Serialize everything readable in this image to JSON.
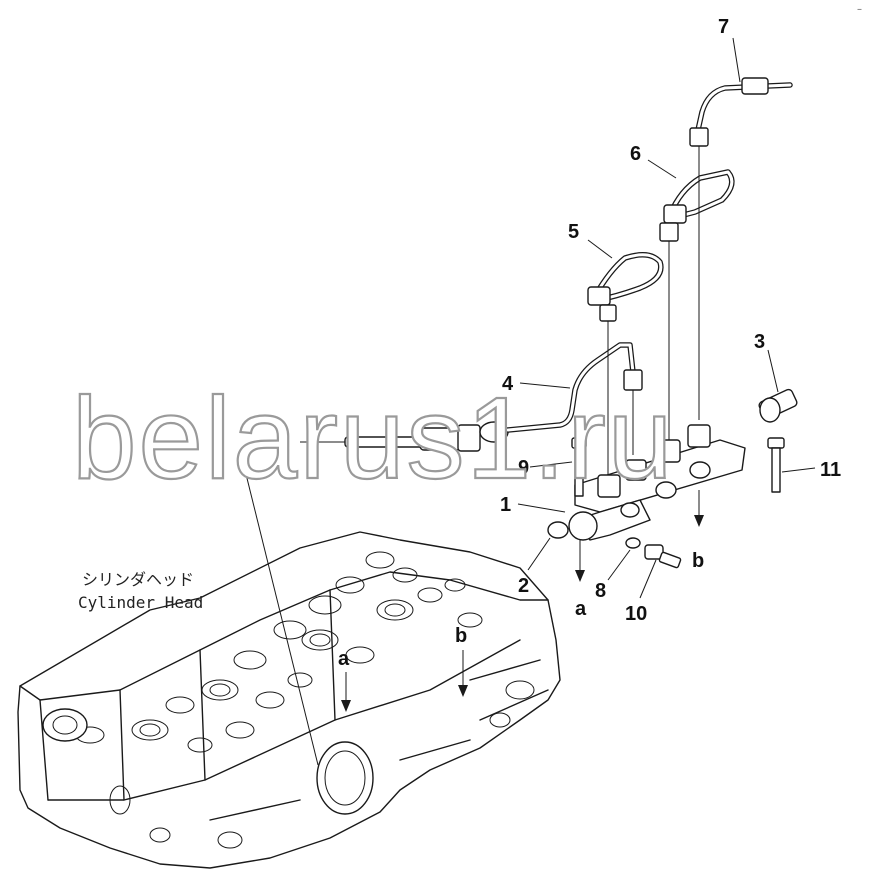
{
  "part_labels": {
    "p1": "1",
    "p2": "2",
    "p3": "3",
    "p4": "4",
    "p5": "5",
    "p6": "6",
    "p7": "7",
    "p8": "8",
    "p9": "9",
    "p10": "10",
    "p11": "11"
  },
  "view_labels": {
    "a_top": "a",
    "a_bottom": "a",
    "b_top": "b",
    "b_bottom": "b"
  },
  "caption": {
    "jp": "シリンダヘッド",
    "en": "Cylinder Head"
  },
  "watermark": "belarus1.ru",
  "corner_mark": "–"
}
